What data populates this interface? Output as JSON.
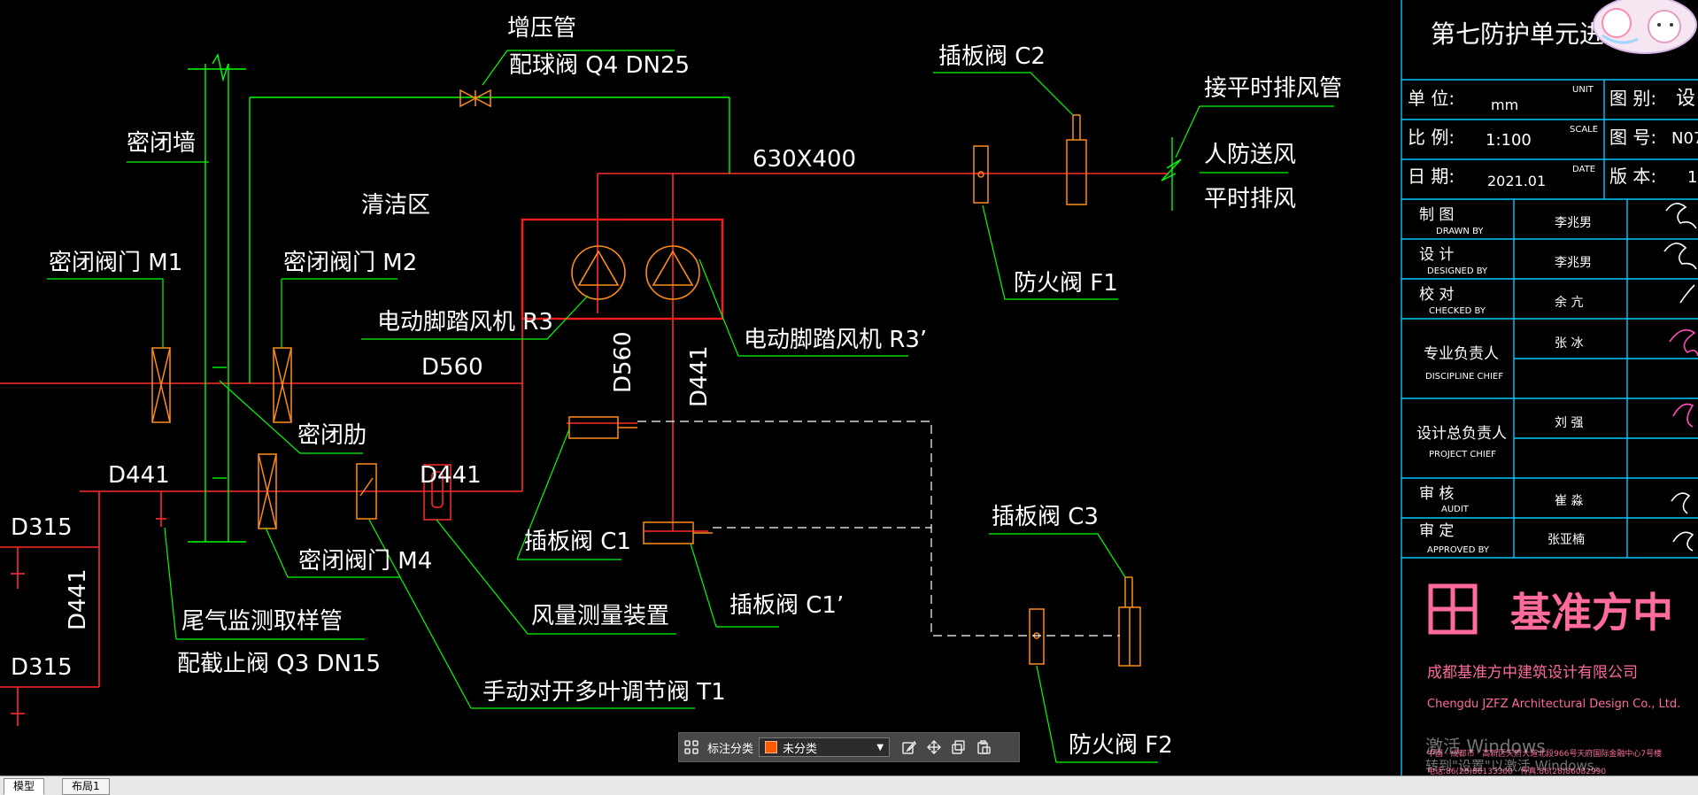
{
  "labels": {
    "pressurization_pipe": "增压管",
    "ball_valve": "配球阀 Q4 DN25",
    "gate_valve_c2": "插板阀 C2",
    "connect_exhaust": "接平时排风管",
    "civil_air_supply": "人防送风",
    "normal_exhaust": "平时排风",
    "sealed_wall": "密闭墙",
    "clean_zone": "清洁区",
    "duct_630x400": "630X400",
    "fire_valve_f1": "防火阀 F1",
    "sealed_valve_m1": "密闭阀门 M1",
    "sealed_valve_m2": "密闭阀门 M2",
    "fan_r3": "电动脚踏风机 R3",
    "fan_r3p": "电动脚踏风机 R3’",
    "d560_h": "D560",
    "d560_v": "D560",
    "d441_v": "D441",
    "d441_left": "D441",
    "d441_mid": "D441",
    "sealed_rib": "密闭肋",
    "d315_top": "D315",
    "d441_rot": "D441",
    "d315_bottom": "D315",
    "gate_valve_c1": "插板阀 C1",
    "gate_valve_c3": "插板阀 C3",
    "sealed_valve_m4": "密闭阀门 M4",
    "gate_valve_c1p": "插板阀 C1’",
    "airflow_device": "风量测量装置",
    "exhaust_sampling": "尾气监测取样管",
    "stop_valve": "配截止阀 Q3 DN15",
    "manual_damper": "手动对开多叶调节阀 T1",
    "fire_valve_f2": "防火阀 F2"
  },
  "title_block": {
    "drawing_title": "第七防护单元进排",
    "unit_label": "单 位:",
    "unit_en": "UNIT",
    "unit_value": "mm",
    "scale_label": "比 例:",
    "scale_en": "SCALE",
    "scale_value": "1:100",
    "date_label": "日 期:",
    "date_en": "DATE",
    "date_value": "2021.01",
    "category_label": "图 别:",
    "category_value": "设",
    "number_label": "图 号:",
    "number_value": "N07",
    "version_label": "版 本:",
    "version_value": "1",
    "roles": [
      {
        "cn": "制 图",
        "en": "DRAWN BY",
        "name": "李兆男"
      },
      {
        "cn": "设 计",
        "en": "DESIGNED BY",
        "name": "李兆男"
      },
      {
        "cn": "校 对",
        "en": "CHECKED BY",
        "name": "余 亢"
      },
      {
        "cn": "专业负责人",
        "en": "DISCIPLINE CHIEF",
        "name": "张 冰"
      },
      {
        "cn": "设计总负责人",
        "en": "PROJECT CHIEF",
        "name": "刘 强"
      },
      {
        "cn": "审 核",
        "en": "AUDIT",
        "name": "崔 淼"
      },
      {
        "cn": "审 定",
        "en": "APPROVED BY",
        "name": "张亚楠"
      }
    ],
    "logo_text": "基准方中",
    "company_cn": "成都基准方中建筑设计有限公司",
    "company_en": "Chengdu JZFZ Architectural Design Co., Ltd.",
    "address_line1": "中国 · 成都市 · 高新区天府大道北段966号天府国际金融中心7号楼",
    "address_line2": "电话:86(28)86133300 · 传真:86(28)86082990"
  },
  "toolbar": {
    "label": "标注分类",
    "selected_category": "未分类",
    "icons": [
      "grid-icon",
      "edit-icon",
      "move-icon",
      "copy-icon",
      "paste-icon"
    ]
  },
  "tabs": [
    "模型",
    "布局1"
  ],
  "watermark": {
    "line1": "激活 Windows",
    "line2": "转到\"设置\"以激活 Windows。"
  },
  "colors": {
    "background": "#000000",
    "duct_red": "#ff2a2a",
    "leader_green": "#00ff00",
    "equipment_orange": "#ff8c1a",
    "frame_cyan": "#00c8ff",
    "highlight_red": "#ff1a1a",
    "logo_pink": "#ff6b9a"
  }
}
